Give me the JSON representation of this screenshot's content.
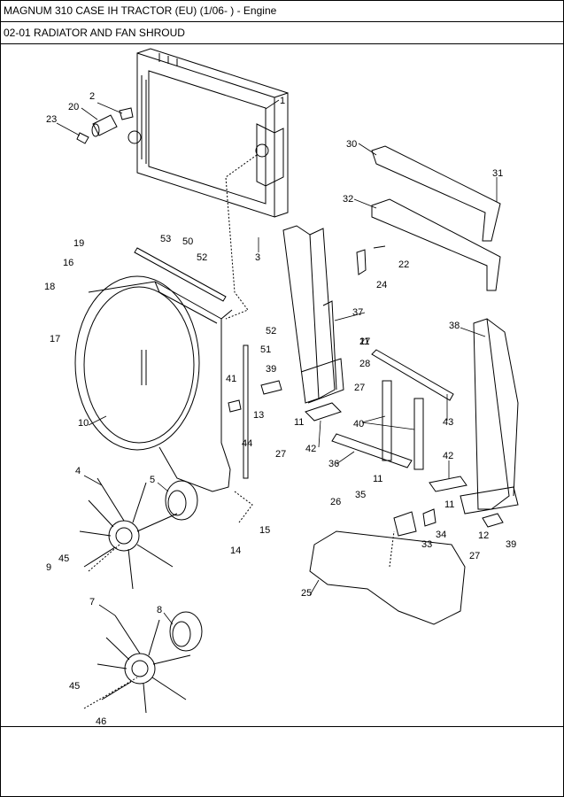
{
  "header": {
    "title": "MAGNUM 310 CASE IH TRACTOR (EU) (1/06- ) - Engine",
    "section": "02-01 RADIATOR AND FAN SHROUD"
  },
  "callouts": [
    "1",
    "2",
    "3",
    "4",
    "5",
    "7",
    "8",
    "9",
    "10",
    "11",
    "11",
    "11",
    "11",
    "11",
    "12",
    "13",
    "14",
    "15",
    "16",
    "17",
    "18",
    "19",
    "20",
    "22",
    "23",
    "24",
    "25",
    "26",
    "27",
    "27",
    "27",
    "27",
    "28",
    "30",
    "31",
    "32",
    "33",
    "34",
    "35",
    "36",
    "37",
    "38",
    "39",
    "39",
    "40",
    "41",
    "42",
    "42",
    "43",
    "44",
    "45",
    "45",
    "46",
    "50",
    "51",
    "52",
    "52",
    "53"
  ]
}
